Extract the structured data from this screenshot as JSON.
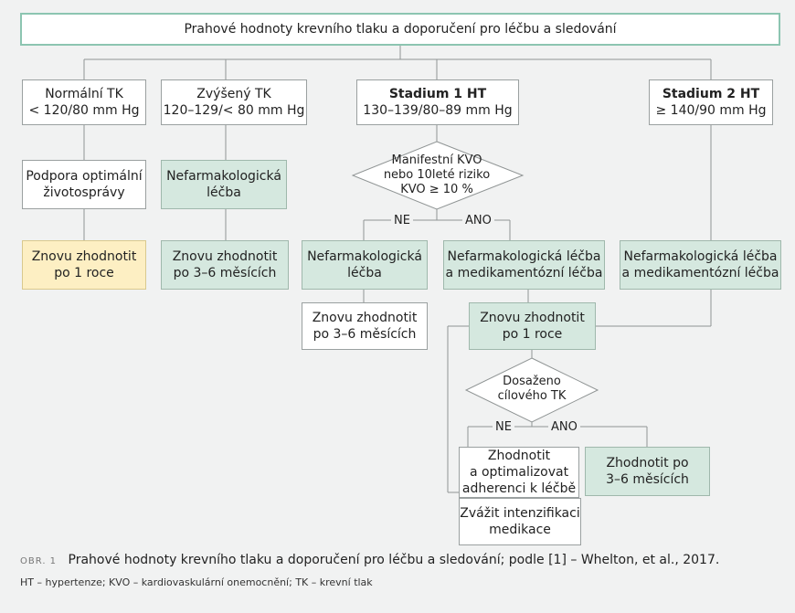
{
  "title": "Prahové hodnoty krevního tlaku a doporučení pro léčbu a sledování",
  "categories": {
    "normal": {
      "name": "Normální TK",
      "range": "< 120/80 mm Hg"
    },
    "elevated": {
      "name": "Zvýšený TK",
      "range": "120–129/< 80 mm Hg"
    },
    "stage1": {
      "name": "Stadium 1 HT",
      "range": "130–139/80–89 mm Hg"
    },
    "stage2": {
      "name": "Stadium 2 HT",
      "range": "≥ 140/90 mm Hg"
    }
  },
  "boxes": {
    "lifestyle": [
      "Podpora optimální",
      "životosprávy"
    ],
    "elevated_nonpharm": [
      "Nefarmakologická",
      "léčba"
    ],
    "normal_reassess": [
      "Znovu zhodnotit",
      "po 1 roce"
    ],
    "elevated_reassess": [
      "Znovu zhodnotit",
      "po 3–6 měsících"
    ],
    "stage1_nonpharm": [
      "Nefarmakologická",
      "léčba"
    ],
    "stage1_combined": [
      "Nefarmakologická léčba",
      "a medikamentózní léčba"
    ],
    "stage2_combined": [
      "Nefarmakologická léčba",
      "a medikamentózní léčba"
    ],
    "stage1_no_reassess": [
      "Znovu zhodnotit",
      "po 3–6 měsících"
    ],
    "reassess_1y": [
      "Znovu zhodnotit",
      "po 1 roce"
    ],
    "adherence": [
      "Zhodnotit",
      "a optimalizovat",
      "adherenci k léčbě"
    ],
    "intensify": [
      "Zvážit intenzifikaci",
      "medikace"
    ],
    "reassess_3_6": [
      "Zhodnotit po",
      "3–6 měsících"
    ]
  },
  "decisions": {
    "cvd_risk": [
      "Manifestní KVO",
      "nebo 10leté riziko",
      "KVO ≥ 10 %"
    ],
    "target_bp": [
      "Dosaženo",
      "cílového TK"
    ]
  },
  "branch_labels": {
    "no1": "NE",
    "yes1": "ANO",
    "no2": "NE",
    "yes2": "ANO"
  },
  "caption": {
    "label": "OBR. 1",
    "text": "Prahové hodnoty krevního tlaku a doporučení pro léčbu a sledování; podle [1] – Whelton, et al., 2017."
  },
  "legend": "HT – hypertenze; KVO – kardiovaskulární onemocnění; TK – krevní tlak"
}
